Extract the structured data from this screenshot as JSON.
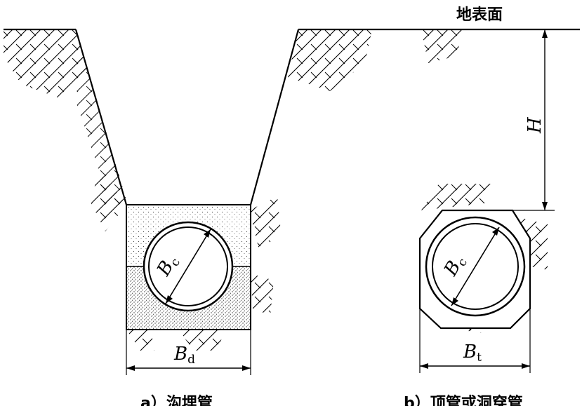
{
  "labels": {
    "ground_surface": "地表面",
    "depth": "H",
    "pipe_outer_diameter_a": {
      "main": "B",
      "sub": "c"
    },
    "pipe_outer_diameter_b": {
      "main": "B",
      "sub": "c"
    },
    "trench_width": {
      "main": "B",
      "sub": "d"
    },
    "bore_width": {
      "main": "B",
      "sub": "t"
    }
  },
  "captions": {
    "a": "a）沟埋管",
    "b": "b）顶管或洞穿管"
  },
  "colors": {
    "line": "#000000",
    "background": "#ffffff",
    "fill_dots": "#444444"
  }
}
